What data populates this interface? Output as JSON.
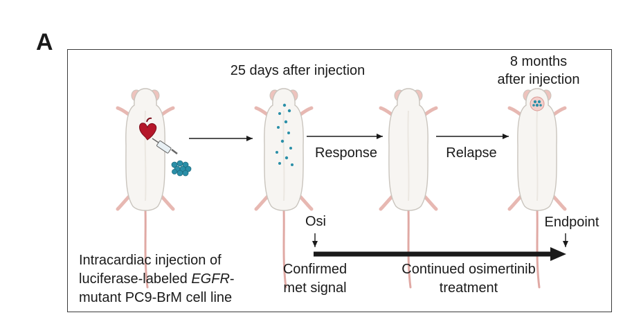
{
  "panel_label": "A",
  "labels": {
    "after_25_days": "25 days after injection",
    "after_8_months_line1": "8 months",
    "after_8_months_line2": "after injection",
    "response": "Response",
    "relapse": "Relapse",
    "osi": "Osi",
    "endpoint": "Endpoint",
    "injection_line1": "Intracardiac injection of",
    "injection_line2_pre": "luciferase-labeled ",
    "injection_line2_italic": "EGFR",
    "injection_line2_post": "-",
    "injection_line3": "mutant PC9-BrM cell line",
    "confirmed_line1": "Confirmed",
    "confirmed_line2": "met signal",
    "continued_line1": "Continued osimertinib",
    "continued_line2": "treatment"
  },
  "colors": {
    "mouse_body": "#f7f5f2",
    "mouse_outline": "#c9c4bd",
    "tail": "#e0a9a4",
    "ears_paws": "#eec3bd",
    "heart": "#b5172a",
    "tumor_cells": "#2a8fa8",
    "arrow": "#1a1a1a"
  }
}
